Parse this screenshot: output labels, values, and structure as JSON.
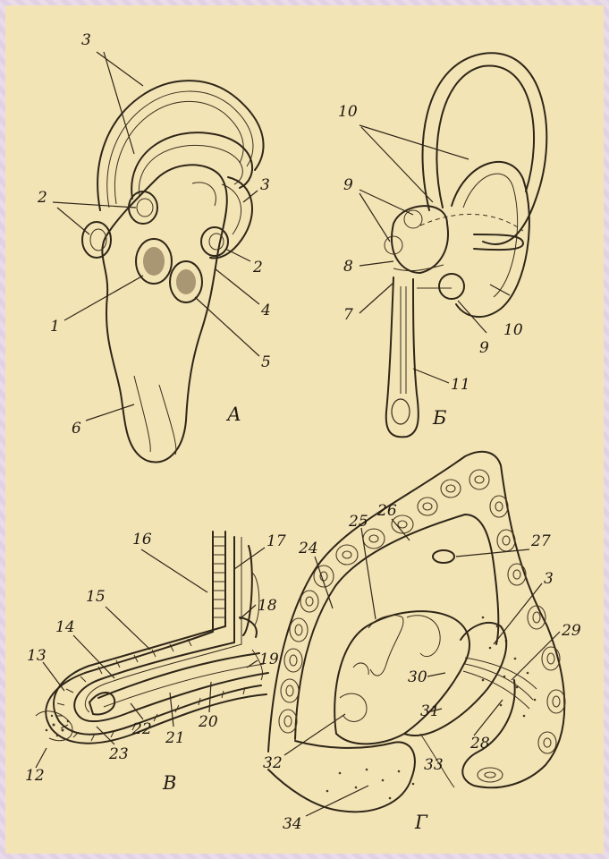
{
  "figure": {
    "panels": [
      {
        "id": "A",
        "letter": "А"
      },
      {
        "id": "B",
        "letter": "Б"
      },
      {
        "id": "V",
        "letter": "В"
      },
      {
        "id": "G",
        "letter": "Г"
      }
    ],
    "labels": {
      "a_3a": "3",
      "a_3b": "3",
      "a_2a": "2",
      "a_2b": "2",
      "a_1": "1",
      "a_4": "4",
      "a_5": "5",
      "a_6": "6",
      "b_10a": "10",
      "b_9a": "9",
      "b_8": "8",
      "b_7": "7",
      "b_10b": "10",
      "b_9b": "9",
      "b_11": "11",
      "v_16": "16",
      "v_17": "17",
      "v_15": "15",
      "v_18": "18",
      "v_14": "14",
      "v_13": "13",
      "v_19": "19",
      "v_22": "22",
      "v_21": "21",
      "v_20": "20",
      "v_23": "23",
      "v_12": "12",
      "g_26": "26",
      "g_25": "25",
      "g_24": "24",
      "g_27": "27",
      "g_3": "3",
      "g_29": "29",
      "g_30": "30",
      "g_31": "31",
      "g_28": "28",
      "g_32": "32",
      "g_33": "33",
      "g_34": "34"
    }
  }
}
